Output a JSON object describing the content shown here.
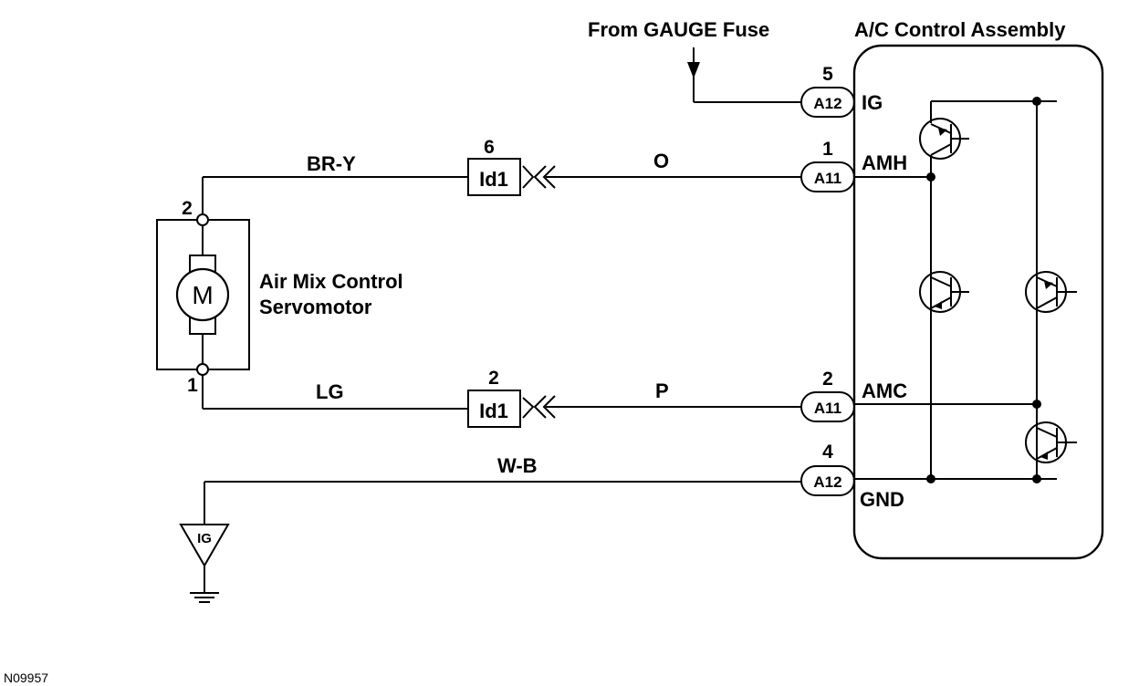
{
  "labels": {
    "fuse_source": "From GAUGE Fuse",
    "assembly": "A/C Control Assembly",
    "servo_line1": "Air Mix Control",
    "servo_line2": "Servomotor",
    "motor_symbol": "M",
    "ground_point": "IG",
    "figure_code": "N09957"
  },
  "terminals": {
    "ig": "IG",
    "amh": "AMH",
    "amc": "AMC",
    "gnd": "GND"
  },
  "wires": {
    "br_y": "BR-Y",
    "o": "O",
    "lg": "LG",
    "p": "P",
    "w_b": "W-B"
  },
  "connectors": {
    "ig_conn": "A12",
    "ig_pin": "5",
    "amh_conn": "A11",
    "amh_pin": "1",
    "amc_conn": "A11",
    "amc_pin": "2",
    "gnd_conn": "A12",
    "gnd_pin": "4",
    "jc_top": "Id1",
    "jc_top_pin": "6",
    "jc_bot": "Id1",
    "jc_bot_pin": "2",
    "servo_pin_top": "2",
    "servo_pin_bot": "1"
  }
}
